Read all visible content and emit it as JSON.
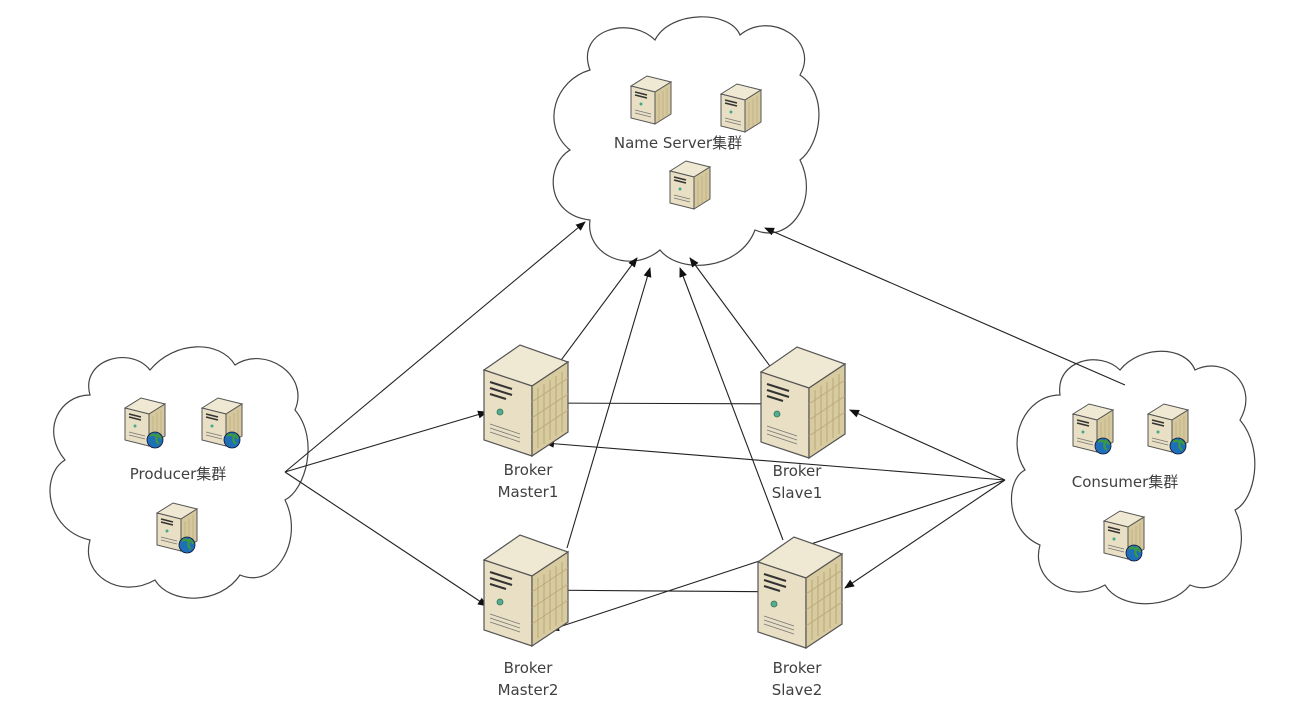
{
  "clusters": {
    "name_server": {
      "label": "Name Server集群"
    },
    "producer": {
      "label": "Producer集群"
    },
    "consumer": {
      "label": "Consumer集群"
    }
  },
  "brokers": {
    "master1": {
      "line1": "Broker",
      "line2": "Master1"
    },
    "slave1": {
      "line1": "Broker",
      "line2": "Slave1"
    },
    "master2": {
      "line1": "Broker",
      "line2": "Master2"
    },
    "slave2": {
      "line1": "Broker",
      "line2": "Slave2"
    }
  },
  "icons": {
    "server": "server-tower-icon",
    "client": "server-with-globe-icon",
    "cluster": "cloud-shape"
  },
  "colors": {
    "server_body": "#e8dfc4",
    "server_side": "#d6c89d",
    "globe": "#1e6fb8",
    "line": "#222222"
  }
}
